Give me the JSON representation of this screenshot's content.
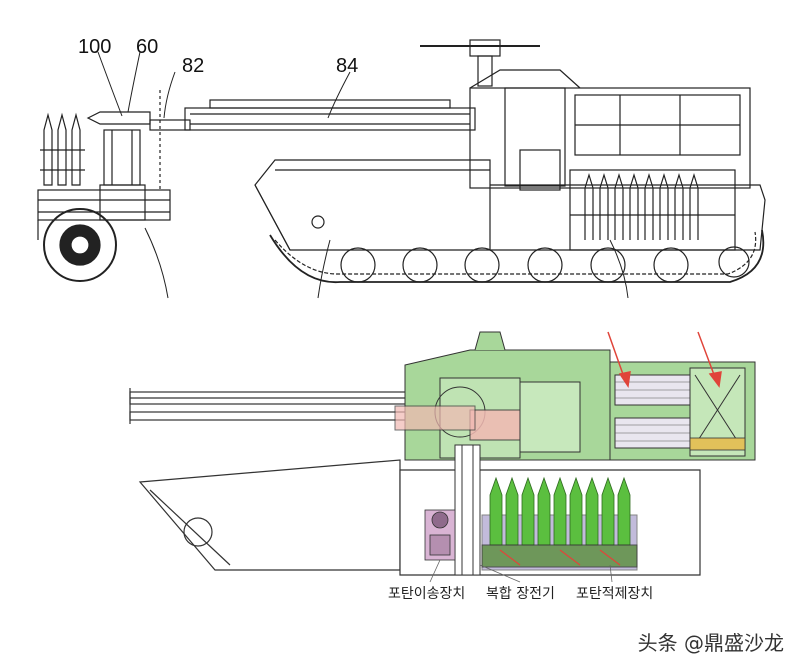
{
  "top_figure": {
    "reference_numerals": [
      "100",
      "60",
      "82",
      "84"
    ]
  },
  "bottom_figure": {
    "labels": [
      "포탄이송장치",
      "복합 장전기",
      "포탄적제장치"
    ]
  },
  "watermark": {
    "text": "头条 @鼎盛沙龙"
  },
  "colors": {
    "line": "#222222",
    "turret_green": "#a8d79a",
    "turret_pink": "#f2b9b3",
    "shell_green": "#5bbf3f",
    "shell_tip_green": "#9be07f",
    "hull_fill": "#ffffff",
    "arrow_red": "#e0443a",
    "purple_tray": "#9a8fc4"
  }
}
